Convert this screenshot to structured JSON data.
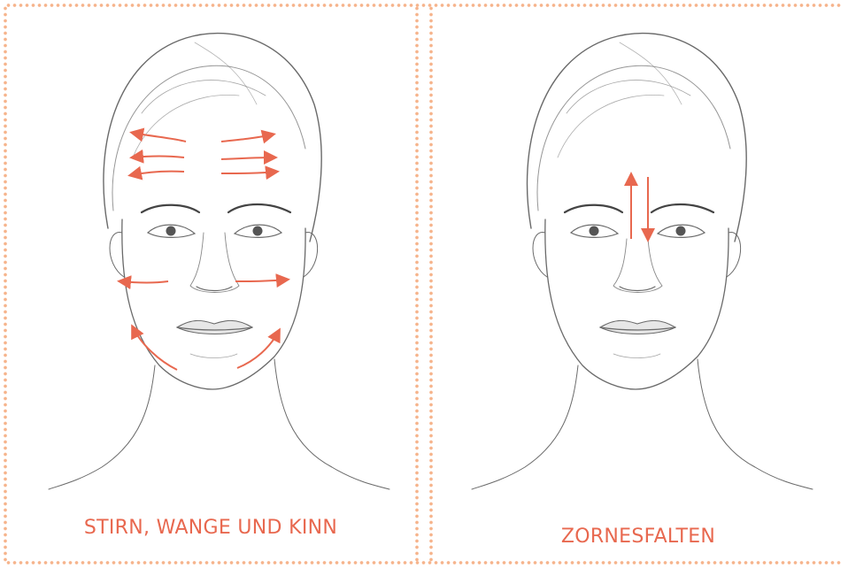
{
  "colors": {
    "accent": "#e8684f",
    "border_dots": "#f6b48c",
    "sketch": "#5a5a5a"
  },
  "panels": [
    {
      "caption": "STIRN, WANGE UND KINN",
      "illustration": "face-sketch-with-massage-arrows-forehead-cheek-chin"
    },
    {
      "caption": "ZORNESFALTEN",
      "illustration": "face-sketch-with-vertical-arrows-between-brows"
    }
  ]
}
